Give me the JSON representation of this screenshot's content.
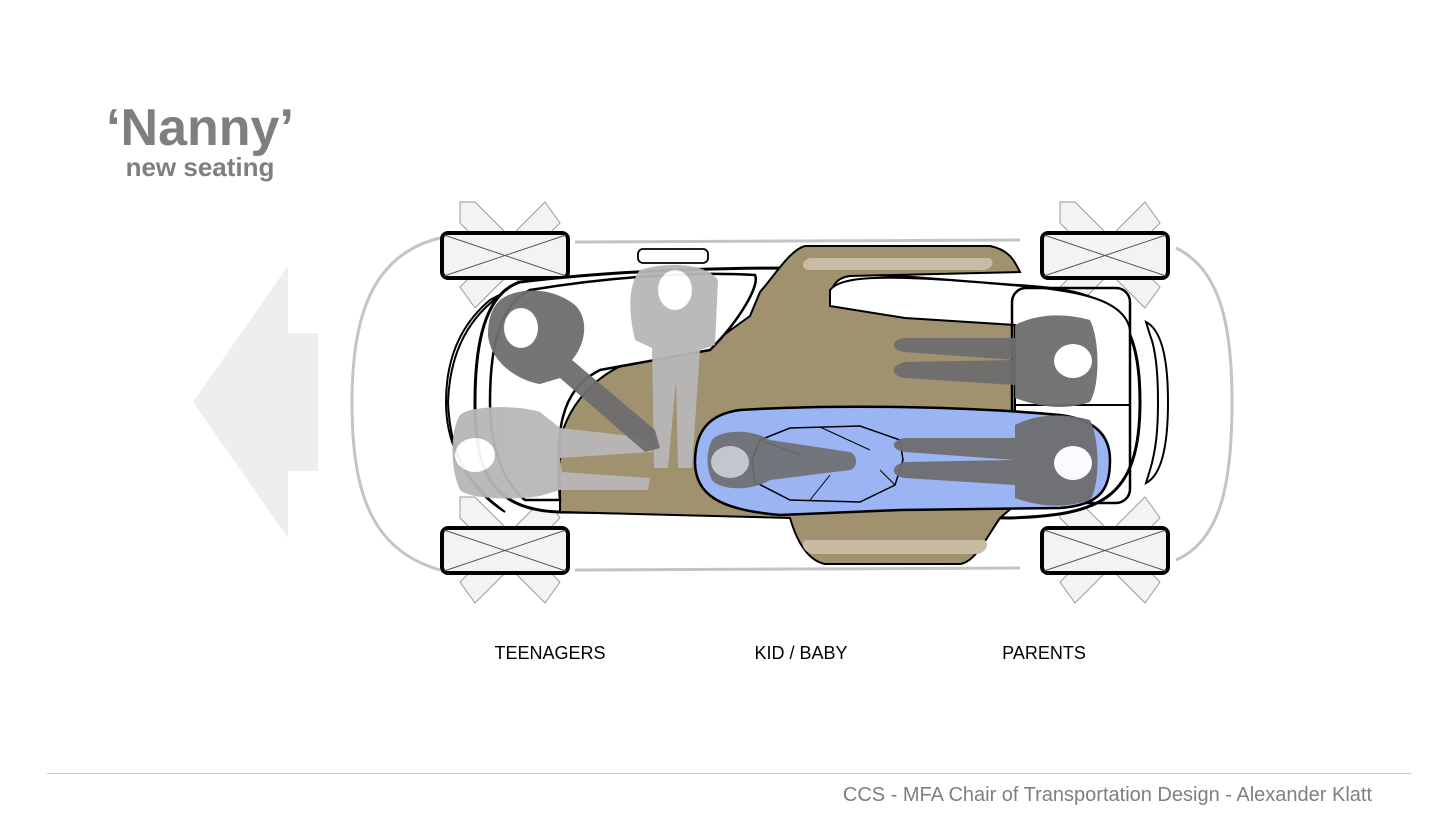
{
  "title": "‘Nanny’",
  "subtitle": "new seating",
  "zones": [
    {
      "label": "TEENAGERS"
    },
    {
      "label": "KID / BABY"
    },
    {
      "label": "PARENTS"
    }
  ],
  "footer": "CCS - MFA Chair of Transportation Design - Alexander Klatt",
  "colors": {
    "title_gray": "#7f7f7f",
    "floor_tan": "#a0916f",
    "baby_zone_blue": "#9ab4f4",
    "passenger_dark": "#6e6e6e",
    "passenger_light": "#b7b7b7",
    "arrow_gray": "#eeeeee"
  },
  "icons": [
    "direction-arrow-icon",
    "wheel-icon",
    "passenger-icon",
    "car-body-icon"
  ]
}
